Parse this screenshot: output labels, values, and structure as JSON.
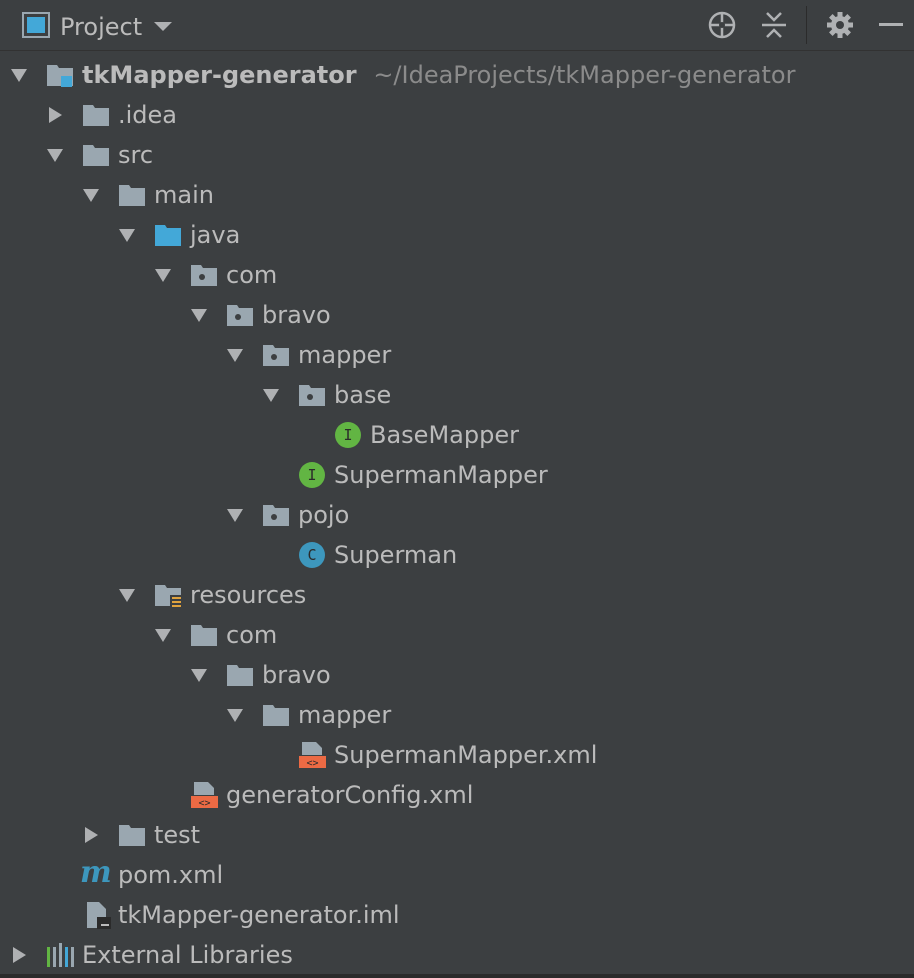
{
  "header": {
    "title": "Project",
    "icons": [
      "project-view-icon",
      "dropdown-icon",
      "locate-icon",
      "collapse-all-icon",
      "gear-icon",
      "minimize-icon"
    ]
  },
  "colors": {
    "background": "#3c3f41",
    "folder": "#9aa7b0",
    "source_folder": "#43a8d8",
    "interface": "#62b543",
    "class": "#3d97bd",
    "xml": "#ec6a44"
  },
  "tree": {
    "root": {
      "label": "tkMapper-generator",
      "path": "~/IdeaProjects/tkMapper-generator"
    },
    "idea": ".idea",
    "src": "src",
    "main": "main",
    "java": "java",
    "com1": "com",
    "bravo1": "bravo",
    "mapper1": "mapper",
    "base": "base",
    "basemapper": "BaseMapper",
    "supermanmapper": "SupermanMapper",
    "pojo": "pojo",
    "superman": "Superman",
    "resources": "resources",
    "com2": "com",
    "bravo2": "bravo",
    "mapper2": "mapper",
    "supermanmapper_xml": "SupermanMapper.xml",
    "generatorconfig": "generatorConfig.xml",
    "test": "test",
    "pom": "pom.xml",
    "iml": "tkMapper-generator.iml",
    "external": "External Libraries"
  },
  "badges": {
    "interface": "I",
    "class": "C",
    "maven": "m"
  }
}
